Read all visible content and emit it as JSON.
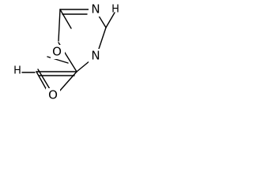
{
  "molecule": {
    "atoms": {
      "o1": "O",
      "n3": "N",
      "n5": "N",
      "o_epoxide": "O",
      "h_top_right": "H",
      "h_left": "H"
    }
  }
}
